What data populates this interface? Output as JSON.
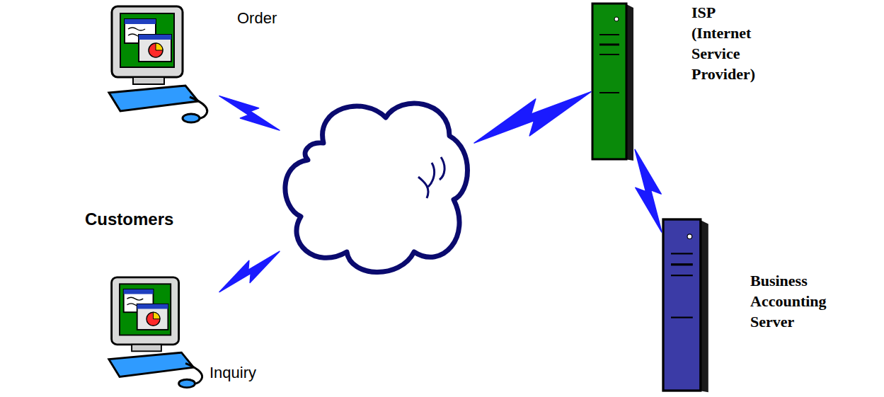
{
  "diagram": {
    "nodes": [
      {
        "text": [
          "Order"
        ]
      },
      {
        "text": [
          "Inquiry"
        ]
      },
      {
        "text": []
      },
      {
        "text": [
          "ISP (Internet Service Provider)"
        ]
      },
      {
        "text": [
          "Business Accounting Server"
        ]
      }
    ],
    "edges": [
      {
        "from": 0,
        "to": 2,
        "arrow": "none"
      },
      {
        "from": 1,
        "to": 2,
        "arrow": "none"
      },
      {
        "from": 2,
        "to": 3,
        "arrow": "none"
      },
      {
        "from": 3,
        "to": 4,
        "arrow": "none"
      }
    ],
    "labels": [
      "Customers"
    ]
  }
}
